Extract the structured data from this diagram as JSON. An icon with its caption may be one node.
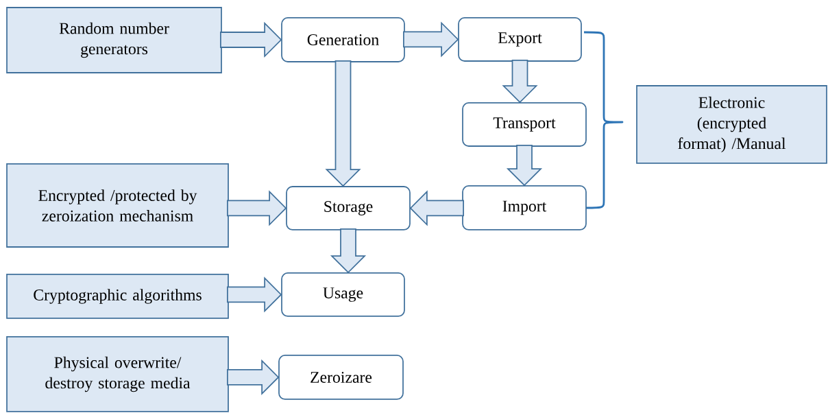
{
  "diagram": {
    "nodes": [
      {
        "text": [
          "Random number generators"
        ]
      },
      {
        "text": [
          "Generation"
        ]
      },
      {
        "text": [
          "Export"
        ]
      },
      {
        "text": [
          "Transport"
        ]
      },
      {
        "text": [
          "Electronic (encrypted format) /Manual"
        ]
      },
      {
        "text": [
          "Encrypted /protected by zeroization mechanism"
        ]
      },
      {
        "text": [
          "Storage"
        ]
      },
      {
        "text": [
          "Import"
        ]
      },
      {
        "text": [
          "Cryptographic algorithms"
        ]
      },
      {
        "text": [
          "Usage"
        ]
      },
      {
        "text": [
          "Physical overwrite/ destroy storage media"
        ]
      },
      {
        "text": [
          "Zeroizare"
        ]
      }
    ],
    "edges": [
      {
        "from": 0,
        "to": 1,
        "arrow": "to"
      },
      {
        "from": 1,
        "to": 2,
        "arrow": "to"
      },
      {
        "from": 1,
        "to": 6,
        "arrow": "to"
      },
      {
        "from": 2,
        "to": 3,
        "arrow": "to"
      },
      {
        "from": 3,
        "to": 7,
        "arrow": "to"
      },
      {
        "from": 7,
        "to": 6,
        "arrow": "to"
      },
      {
        "from": 5,
        "to": 6,
        "arrow": "to"
      },
      {
        "from": 6,
        "to": 9,
        "arrow": "to"
      },
      {
        "from": 8,
        "to": 9,
        "arrow": "to"
      },
      {
        "from": 10,
        "to": 11,
        "arrow": "to"
      }
    ]
  }
}
